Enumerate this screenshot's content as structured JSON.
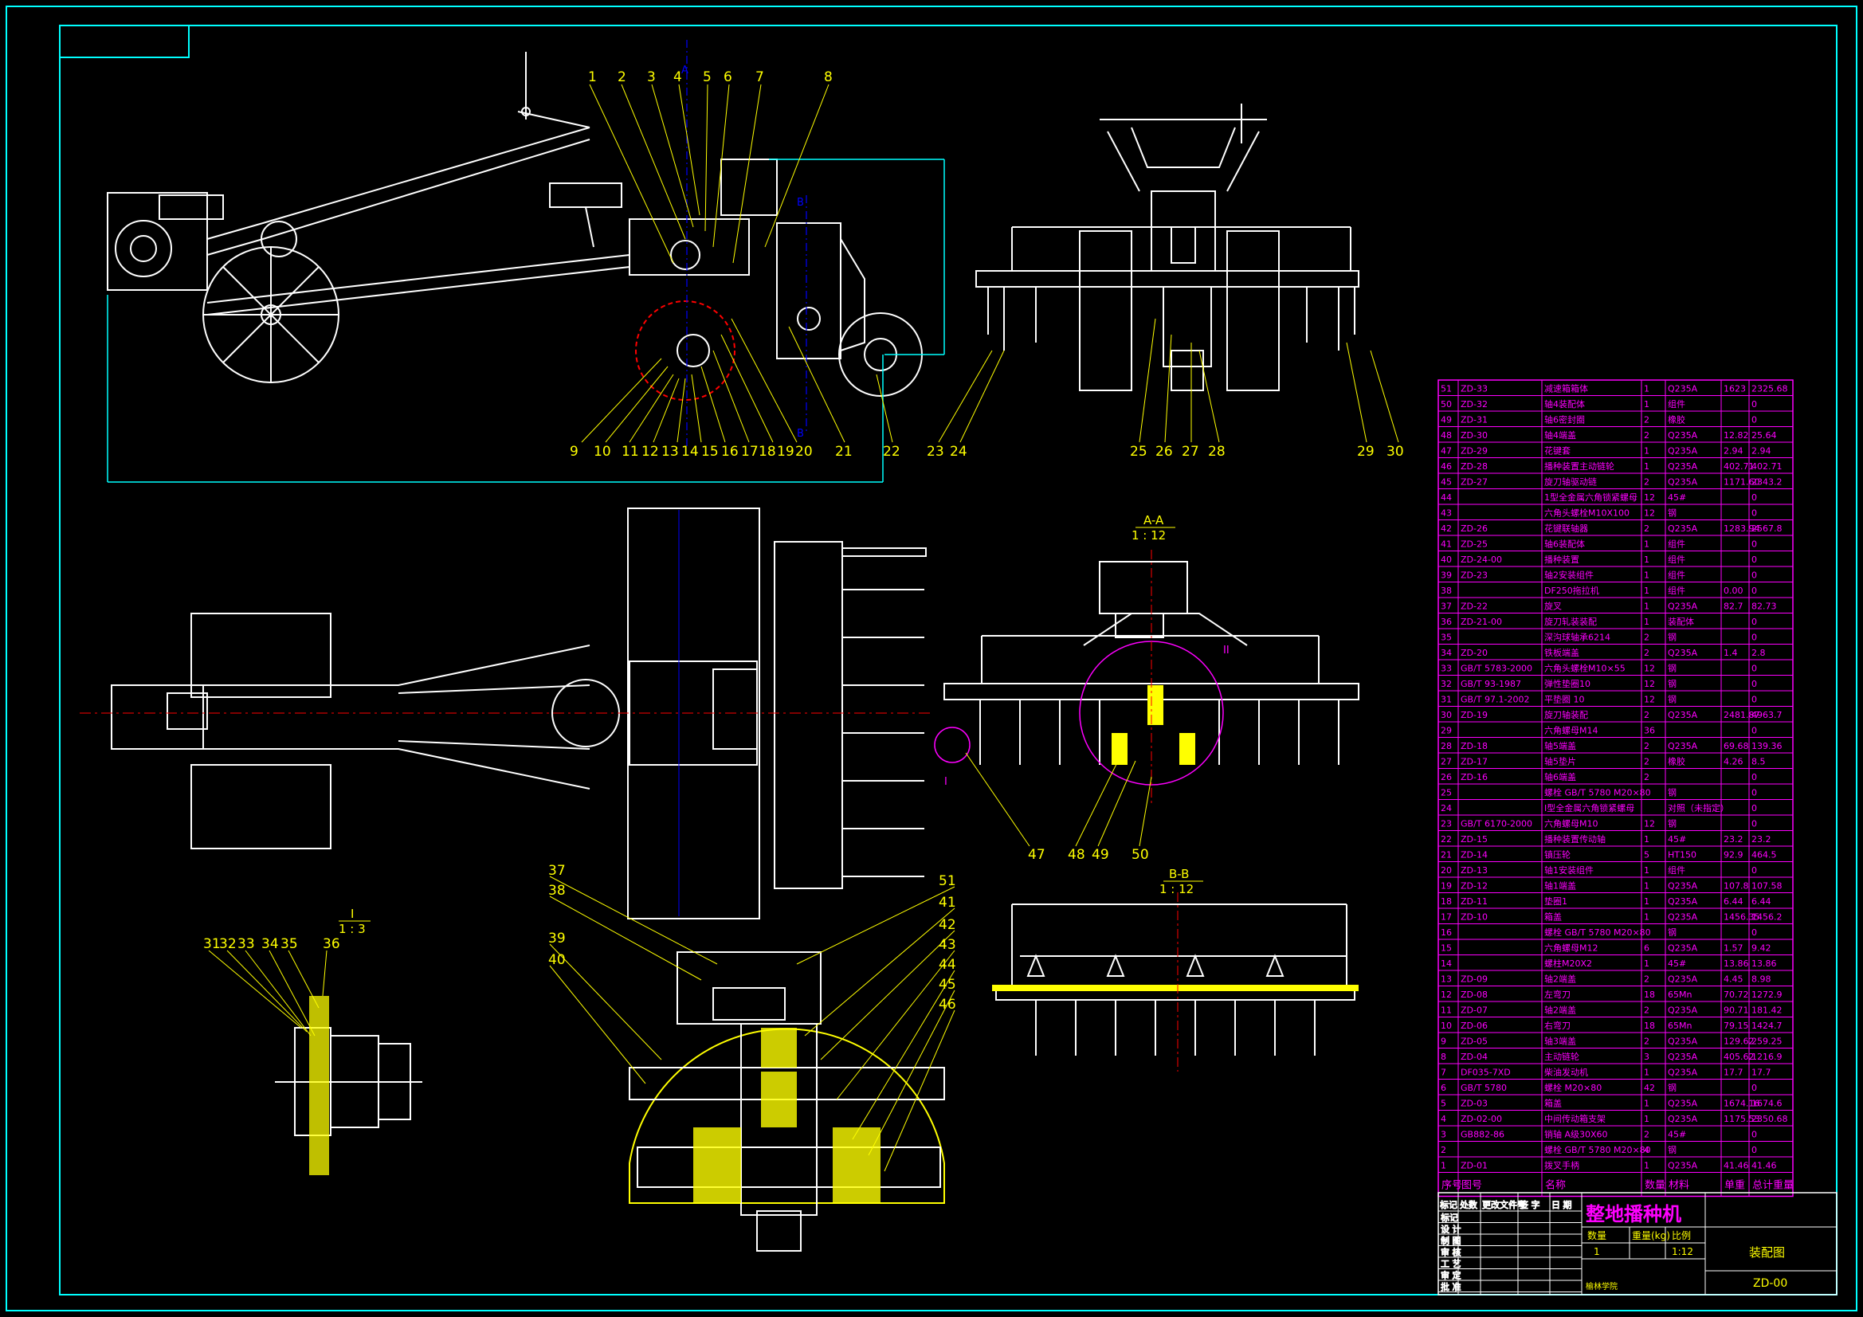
{
  "view_labels": {
    "aa_title": "A-A",
    "aa_scale": "1 : 12",
    "bb_title": "B-B",
    "bb_scale": "1 : 12",
    "i_title": "I",
    "i_scale": "1 : 3",
    "ii_mark": "II",
    "i_mark": "I",
    "sec_a": "A",
    "sec_b": "B"
  },
  "balloons": {
    "side_top": [
      "1",
      "2",
      "3",
      "4",
      "5",
      "6",
      "7",
      "8"
    ],
    "side_bottom": [
      "9",
      "10",
      "11",
      "12",
      "13",
      "14",
      "15",
      "16",
      "17",
      "18",
      "19",
      "20",
      "21",
      "22"
    ],
    "front_bottom": [
      "23",
      "24",
      "25",
      "26",
      "27",
      "28",
      "29",
      "30"
    ],
    "detail_i": [
      "31",
      "32",
      "33",
      "34",
      "35",
      "36"
    ],
    "detail_left": [
      "37",
      "38",
      "39",
      "40"
    ],
    "detail_right": [
      "51",
      "41",
      "42",
      "43",
      "44",
      "45",
      "46"
    ],
    "aa_bottom": [
      "47",
      "48",
      "49",
      "50"
    ]
  },
  "bom": [
    [
      "51",
      "ZD-33",
      "减速箱箱体",
      "1",
      "Q235A",
      "1623",
      "2325.68"
    ],
    [
      "50",
      "ZD-32",
      "轴4装配体",
      "1",
      "组件",
      "",
      "0"
    ],
    [
      "49",
      "ZD-31",
      "轴6密封圈",
      "2",
      "橡胶",
      "",
      "0"
    ],
    [
      "48",
      "ZD-30",
      "轴4端盖",
      "2",
      "Q235A",
      "12.82",
      "25.64"
    ],
    [
      "47",
      "ZD-29",
      "花键套",
      "1",
      "Q235A",
      "2.94",
      "2.94"
    ],
    [
      "46",
      "ZD-28",
      "播种装置主动链轮",
      "1",
      "Q235A",
      "402.71",
      "402.71"
    ],
    [
      "45",
      "ZD-27",
      "旋刀轴驱动链",
      "2",
      "Q235A",
      "1171.60",
      "2343.2"
    ],
    [
      "44",
      "",
      "1型全金属六角锁紧螺母",
      "12",
      "45#",
      "",
      "0"
    ],
    [
      "43",
      "",
      "六角头螺栓M10X100",
      "12",
      "钢",
      "",
      "0"
    ],
    [
      "42",
      "ZD-26",
      "花键联轴器",
      "2",
      "Q235A",
      "1283.94",
      "2567.8"
    ],
    [
      "41",
      "ZD-25",
      "轴6装配体",
      "1",
      "组件",
      "",
      "0"
    ],
    [
      "40",
      "ZD-24-00",
      "播种装置",
      "1",
      "组件",
      "",
      "0"
    ],
    [
      "39",
      "ZD-23",
      "轴2安装组件",
      "1",
      "组件",
      "",
      "0"
    ],
    [
      "38",
      "",
      "DF250拖拉机",
      "1",
      "组件",
      "0.00",
      "0"
    ],
    [
      "37",
      "ZD-22",
      "旋叉",
      "1",
      "Q235A",
      "82.7",
      "82.73"
    ],
    [
      "36",
      "ZD-21-00",
      "旋刀轧装装配",
      "1",
      "装配体",
      "",
      "0"
    ],
    [
      "35",
      "",
      "深沟球轴承6214",
      "2",
      "钢",
      "",
      "0"
    ],
    [
      "34",
      "ZD-20",
      "铁板端盖",
      "2",
      "Q235A",
      "1.4",
      "2.8"
    ],
    [
      "33",
      "GB/T 5783-2000",
      "六角头螺栓M10×55",
      "12",
      "钢",
      "",
      "0"
    ],
    [
      "32",
      "GB/T 93-1987",
      "弹性垫圈10",
      "12",
      "钢",
      "",
      "0"
    ],
    [
      "31",
      "GB/T 97.1-2002",
      "平垫圈 10",
      "12",
      "钢",
      "",
      "0"
    ],
    [
      "30",
      "ZD-19",
      "旋刀轴装配",
      "2",
      "Q235A",
      "2481.87",
      "4963.7"
    ],
    [
      "29",
      "",
      "六角螺母M14",
      "36",
      "",
      "",
      "0"
    ],
    [
      "28",
      "ZD-18",
      "轴5端盖",
      "2",
      "Q235A",
      "69.68",
      "139.36"
    ],
    [
      "27",
      "ZD-17",
      "轴5垫片",
      "2",
      "橡胶",
      "4.26",
      "8.5"
    ],
    [
      "26",
      "ZD-16",
      "轴6端盖",
      "2",
      "",
      "",
      "0"
    ],
    [
      "25",
      "",
      "螺栓 GB/T 5780 M20×80",
      "",
      "钢",
      "",
      "0"
    ],
    [
      "24",
      "",
      "Ⅰ型全金属六角锁紧螺母",
      "",
      "对照（未指定）",
      "",
      "0"
    ],
    [
      "23",
      "GB/T 6170-2000",
      "六角螺母M10",
      "12",
      "钢",
      "",
      "0"
    ],
    [
      "22",
      "ZD-15",
      "播种装置传动轴",
      "1",
      "45#",
      "23.2",
      "23.2"
    ],
    [
      "21",
      "ZD-14",
      "镇压轮",
      "5",
      "HT150",
      "92.9",
      "464.5"
    ],
    [
      "20",
      "ZD-13",
      "轴1安装组件",
      "1",
      "组件",
      "",
      "0"
    ],
    [
      "19",
      "ZD-12",
      "轴1端盖",
      "1",
      "Q235A",
      "107.8",
      "107.58"
    ],
    [
      "18",
      "ZD-11",
      "垫圈1",
      "1",
      "Q235A",
      "6.44",
      "6.44"
    ],
    [
      "17",
      "ZD-10",
      "箱盖",
      "1",
      "Q235A",
      "1456.35",
      "1456.2"
    ],
    [
      "16",
      "",
      "螺栓 GB/T 5780 M20×80",
      "",
      "钢",
      "",
      "0"
    ],
    [
      "15",
      "",
      "六角螺母M12",
      "6",
      "Q235A",
      "1.57",
      "9.42"
    ],
    [
      "14",
      "",
      "螺柱M20X2",
      "1",
      "45#",
      "13.86",
      "13.86"
    ],
    [
      "13",
      "ZD-09",
      "轴2端盖",
      "2",
      "Q235A",
      "4.45",
      "8.98"
    ],
    [
      "12",
      "ZD-08",
      "左弯刀",
      "18",
      "65Mn",
      "70.72",
      "1272.9"
    ],
    [
      "11",
      "ZD-07",
      "轴2端盖",
      "2",
      "Q235A",
      "90.71",
      "181.42"
    ],
    [
      "10",
      "ZD-06",
      "右弯刀",
      "18",
      "65Mn",
      "79.15",
      "1424.7"
    ],
    [
      "9",
      "ZD-05",
      "轴3端盖",
      "2",
      "Q235A",
      "129.62",
      "259.25"
    ],
    [
      "8",
      "ZD-04",
      "主动链轮",
      "3",
      "Q235A",
      "405.62",
      "1216.9"
    ],
    [
      "7",
      "DF035-7XD",
      "柴油发动机",
      "1",
      "Q235A",
      "17.7",
      "17.7"
    ],
    [
      "6",
      "GB/T 5780",
      "螺栓 M20×80",
      "42",
      "钢",
      "",
      "0"
    ],
    [
      "5",
      "ZD-03",
      "箱盖",
      "1",
      "Q235A",
      "1674.16",
      "1674.6"
    ],
    [
      "4",
      "ZD-02-00",
      "中间传动箱支架",
      "1",
      "Q235A",
      "1175.53",
      "2350.68"
    ],
    [
      "3",
      "GB882-86",
      "销轴 A级30X60",
      "2",
      "45#",
      "",
      "0"
    ],
    [
      "2",
      "",
      "螺栓 GB/T 5780 M20×80",
      "4",
      "钢",
      "",
      "0"
    ],
    [
      "1",
      "ZD-01",
      "拨叉手柄",
      "1",
      "Q235A",
      "41.46",
      "41.46"
    ]
  ],
  "bom_header": [
    "序号",
    "图号",
    "名称",
    "数量",
    "材料",
    "单重",
    "总计重量"
  ],
  "title_block": {
    "title": "整地播种机",
    "drawing_type": "装配图",
    "drawing_no": "ZD-00",
    "col_qty": "数量",
    "col_weight": "重量(kg)",
    "col_scale": "比例",
    "qty": "1",
    "scale": "1:12",
    "school": "榆林学院",
    "rows": [
      "标记",
      "设 计",
      "制 图",
      "审 核",
      "工 艺",
      "审 定",
      "批 准"
    ],
    "hdr_cells": [
      "标记",
      "处数",
      "更改文件号",
      "签 字",
      "日 期"
    ]
  },
  "colors": {
    "frame": "#00ffff",
    "lines": "#ffffff",
    "balloon": "#ffff00",
    "table": "#ff00ff",
    "center": "#ff0000"
  }
}
